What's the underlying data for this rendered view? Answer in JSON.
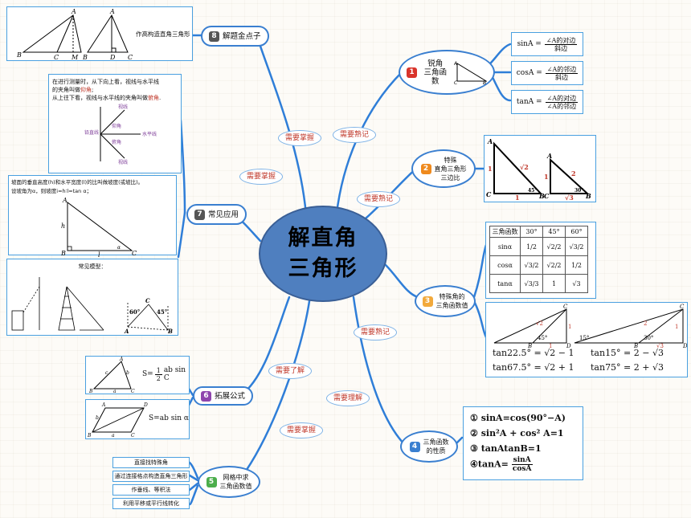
{
  "center": {
    "line1": "解直角",
    "line2": "三角形"
  },
  "nodes": {
    "n1": {
      "num": "1",
      "line1": "锐角",
      "line2": "三角函数",
      "color": "#d9342b"
    },
    "n2": {
      "num": "2",
      "line1": "特殊",
      "line2": "直角三角形",
      "line3": "三边比",
      "color": "#ef8a1e"
    },
    "n3": {
      "num": "3",
      "line1": "特殊角的",
      "line2": "三角函数值",
      "color": "#f2a93b"
    },
    "n4": {
      "num": "4",
      "line1": "三角函数",
      "line2": "的性质",
      "color": "#3a7fd0"
    },
    "n5": {
      "num": "5",
      "line1": "网格中求",
      "line2": "三角函数值",
      "color": "#4cae4c"
    },
    "n6": {
      "num": "6",
      "line1": "拓展公式",
      "color": "#8e44ad"
    },
    "n7": {
      "num": "7",
      "line1": "常见应用",
      "color": "#555555"
    },
    "n8": {
      "num": "8",
      "line1": "解题金点子",
      "color": "#555555"
    }
  },
  "tags": {
    "t1": "需要熟记",
    "t2": "需要熟记",
    "t3": "需要熟记",
    "t4": "需要理解",
    "t5": "需要掌握",
    "t6": "需要了解",
    "t7": "需要掌握",
    "t8": "需要掌握"
  },
  "n8_note": "作高构造直角三角形",
  "trig": {
    "sin": {
      "name": "sinA =",
      "num": "∠A的对边",
      "den": "斜边"
    },
    "cos": {
      "name": "cosA =",
      "num": "∠A的邻边",
      "den": "斜边"
    },
    "tan": {
      "name": "tanA =",
      "num": "∠A的对边",
      "den": "∠A的邻边"
    }
  },
  "special_table": {
    "header": [
      "三角函数",
      "30°",
      "45°",
      "60°"
    ],
    "rows": [
      {
        "fn": "sinα",
        "v": [
          "1/2",
          "√2/2",
          "√3/2"
        ]
      },
      {
        "fn": "cosα",
        "v": [
          "√3/2",
          "√2/2",
          "1/2"
        ]
      },
      {
        "fn": "tanα",
        "v": [
          "√3/3",
          "1",
          "√3"
        ]
      }
    ]
  },
  "tan_values": [
    "tan22.5° = √2 − 1",
    "tan15° = 2 − √3",
    "tan67.5° = √2 + 1",
    "tan75° = 2 + √3"
  ],
  "properties": [
    "① sinA=cos(90°−A)",
    "② sin²A + cos² A=1",
    "③ tanAtanB=1",
    "④tanA="
  ],
  "prop4_frac": {
    "num": "sinA",
    "den": "cosA"
  },
  "grid_methods": [
    "直接找特殊角",
    "通过连接格点构造直角三角形",
    "作垂线、等积法",
    "利用平移或平行线转化"
  ],
  "expand_formulas": {
    "f1_pre": "S=",
    "f1_num": "1",
    "f1_den": "2",
    "f1_post": "ab sin C",
    "f2": "S=ab sin α"
  },
  "app_text": {
    "angles_line1": "在进行测量时，从下向上看，视线与水平线",
    "angles_line2": "的夹角叫做",
    "elev": "仰角",
    "angles_line3": "从上往下看，视线与水平线的夹角叫做",
    "depr": "俯角",
    "diagram_labels": [
      "视线",
      "仰角",
      "水平线",
      "俯角",
      "视线",
      "铅直线"
    ],
    "slope_line1": "坡面的垂直高度(h)和水平宽度(l)的比叫做坡度(或坡比)。",
    "slope_line2": "设坡角为α，则坡度i=h∶l=tan α；",
    "models_title": "常见模型："
  }
}
